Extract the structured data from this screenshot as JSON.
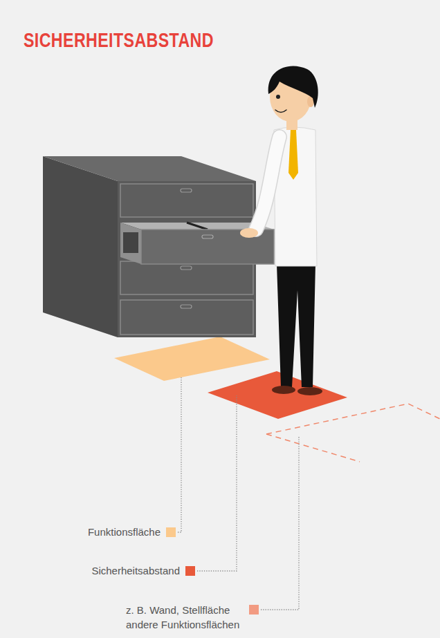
{
  "diagram": {
    "title": "SICHERHEITSABSTAND",
    "legend": [
      {
        "text": "Funktionsfläche",
        "color": "#fbc98c"
      },
      {
        "text": "Sicherheitsabstand",
        "color": "#e8593a"
      },
      {
        "text": "z. B. Wand, Stellfläche andere Funktionsflächen",
        "color": "#f29b82"
      }
    ]
  }
}
